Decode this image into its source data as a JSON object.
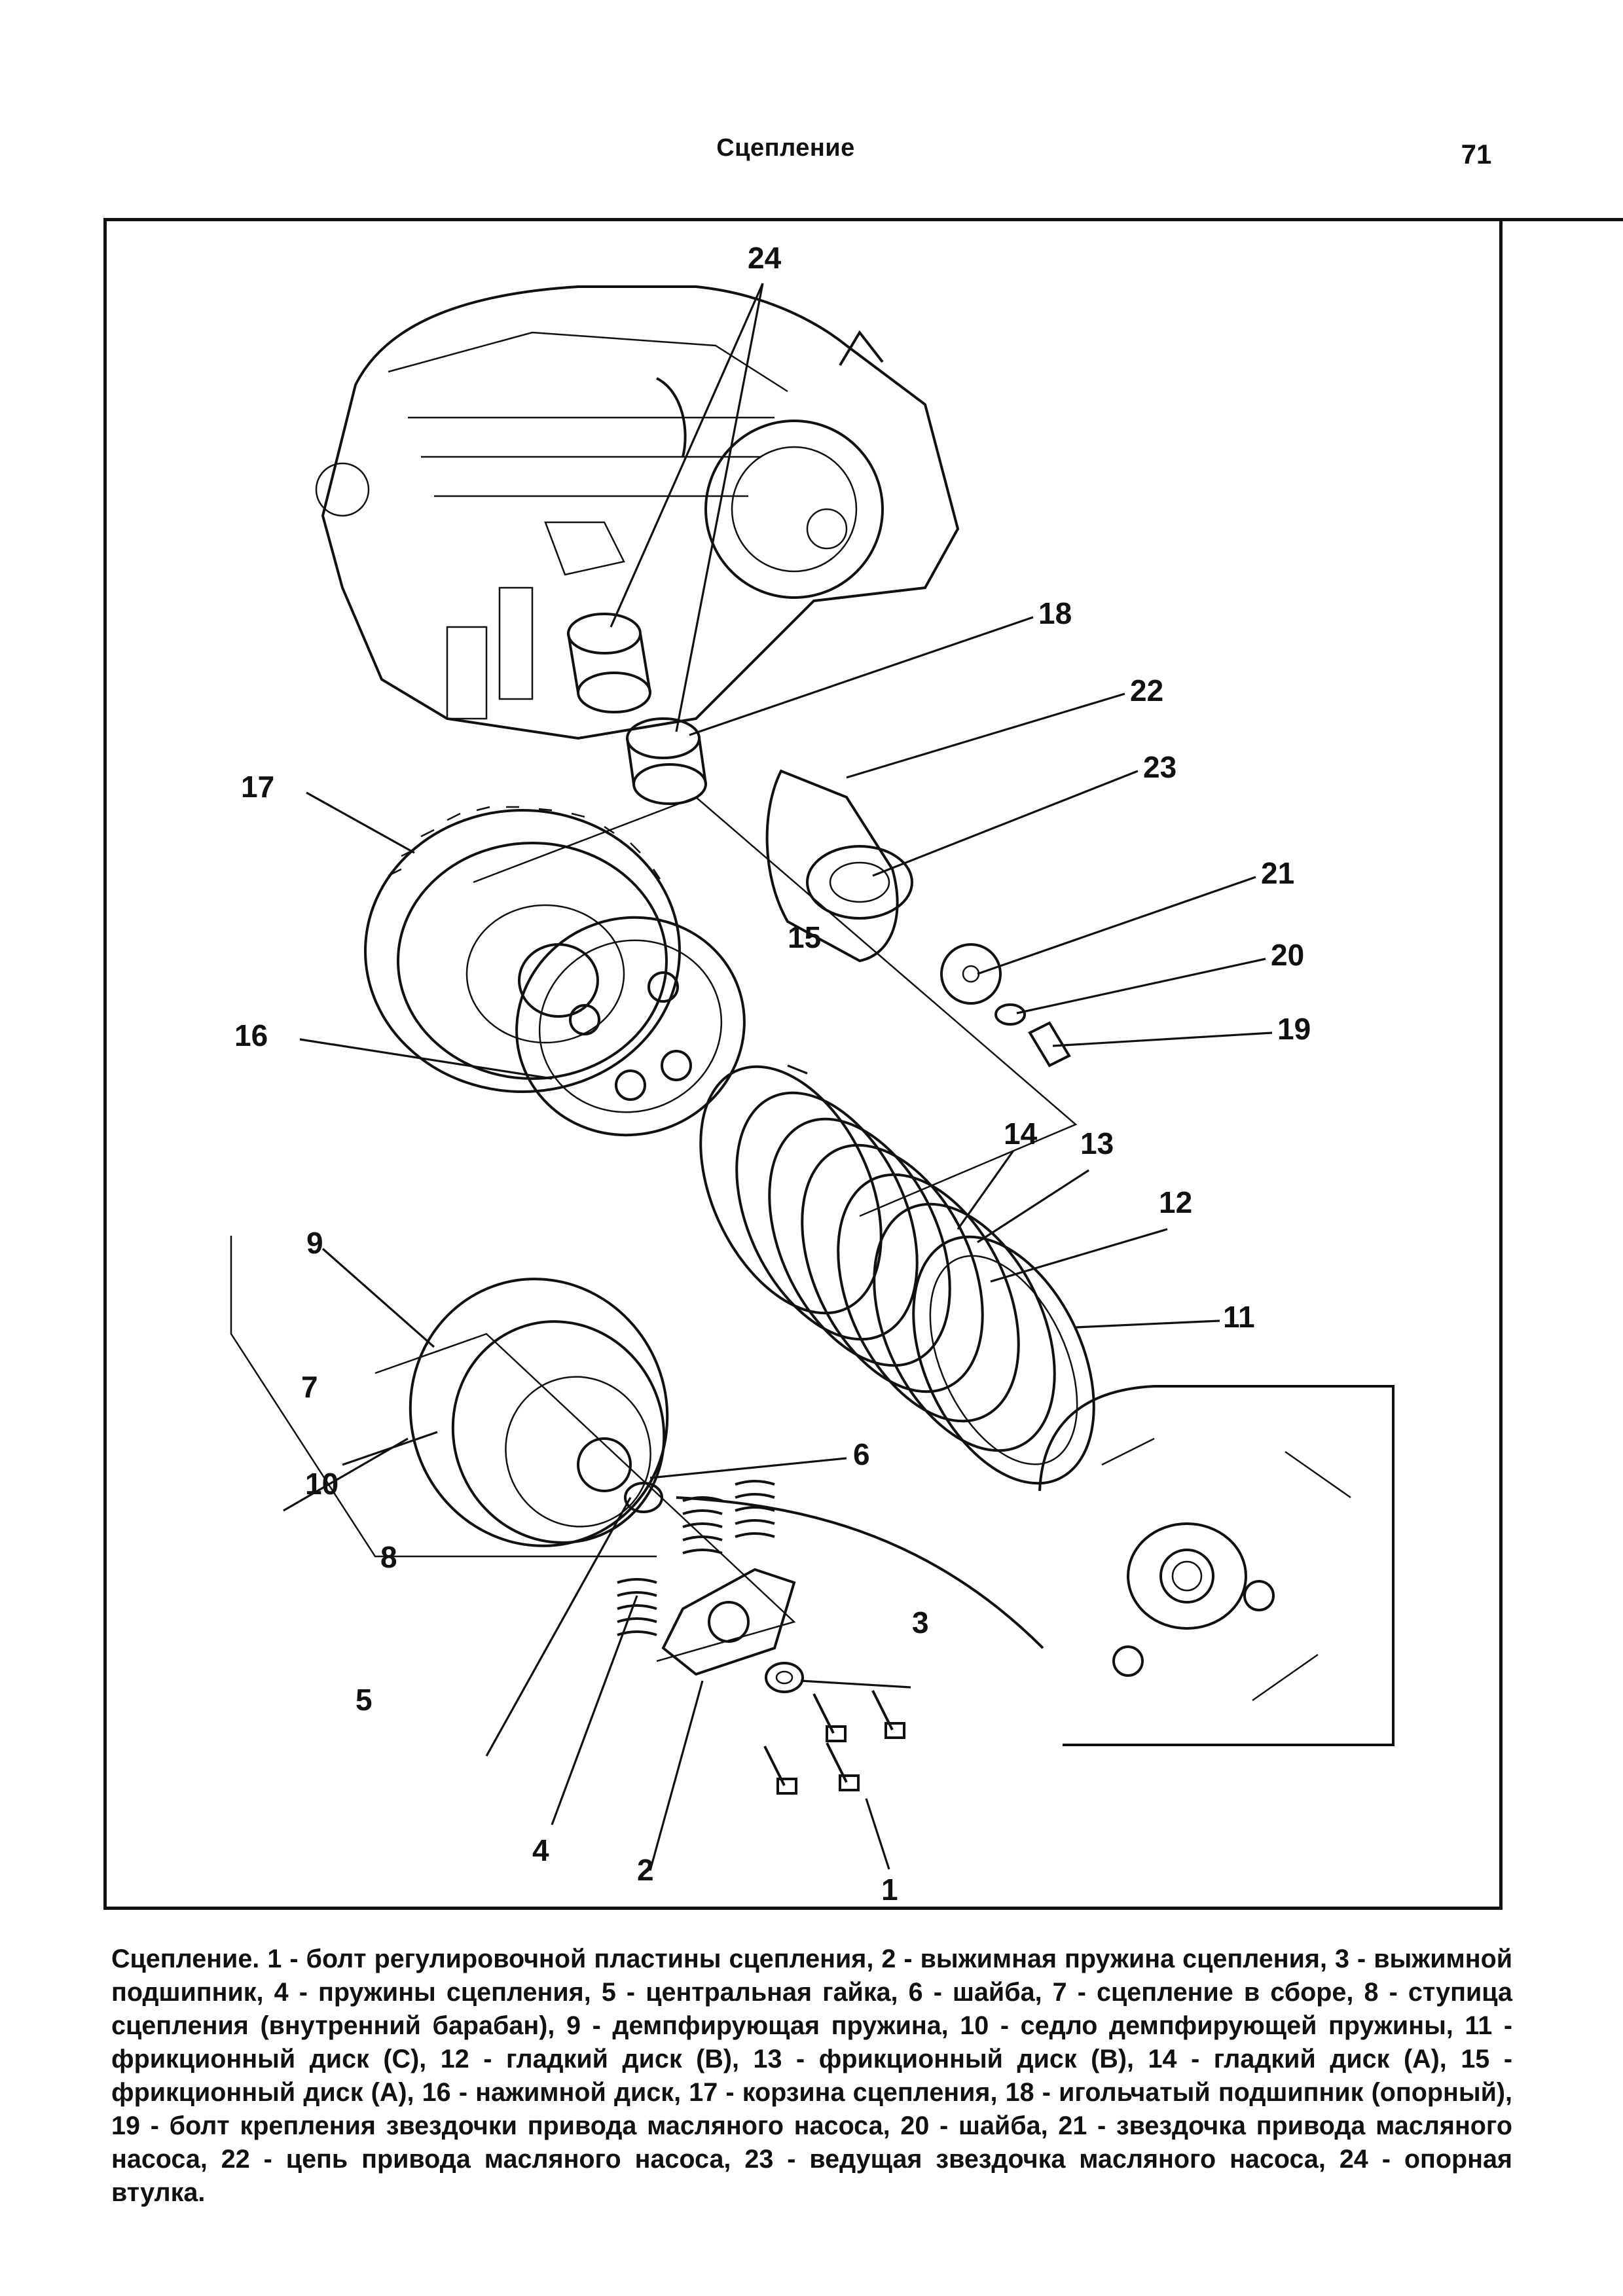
{
  "header": {
    "title": "Сцепление",
    "page_number": "71"
  },
  "figure": {
    "callouts": [
      "24",
      "18",
      "22",
      "23",
      "17",
      "21",
      "20",
      "19",
      "16",
      "15",
      "14",
      "13",
      "12",
      "9",
      "11",
      "7",
      "6",
      "10",
      "8",
      "3",
      "5",
      "4",
      "2",
      "1"
    ]
  },
  "caption": {
    "title": "Сцепление.",
    "text": " 1 - болт регулировочной пластины сцепления, 2 - выжимная пружина сцепления, 3 - выжимной подшипник, 4 - пружины сцепления, 5 - центральная гайка, 6 - шайба, 7 - сцепление в сборе, 8 - ступица сцепления (внутренний барабан), 9 - демпфирующая пружина, 10 - седло демпфирующей пружины, 11 - фрикционный диск (C), 12 - гладкий диск (B), 13 - фрикционный диск (B), 14 - гладкий диск (A), 15 - фрикционный диск (A), 16 - нажимной диск, 17 - корзина сцепления, 18 - игольчатый подшипник (опорный), 19 - болт крепления звездочки привода масляного насоса, 20 - шайба, 21 - звездочка привода масляного насоса, 22 - цепь привода масляного насоса, 23 - ведущая звездочка масляного насоса, 24 - опорная втулка."
  }
}
